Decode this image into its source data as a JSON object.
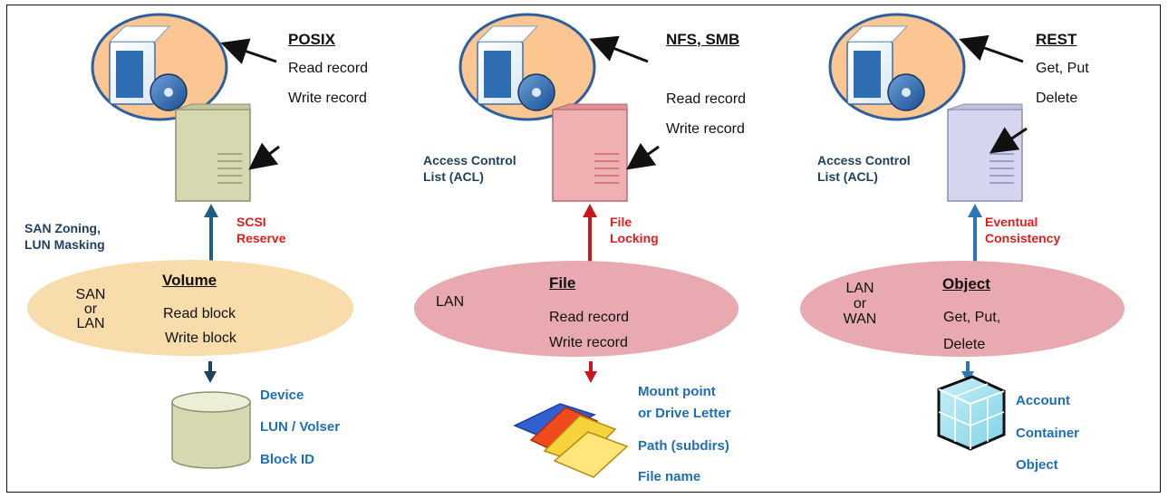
{
  "panels": [
    {
      "protocol": "POSIX",
      "ops": [
        "Read record",
        "Write record"
      ],
      "access_control": "",
      "network": [
        "SAN",
        "or",
        "LAN"
      ],
      "security": [
        "SAN Zoning,",
        "LUN Masking"
      ],
      "coordination": [
        "SCSI",
        "Reserve"
      ],
      "unit": "Volume",
      "unit_ops": [
        "Read block",
        "Write block"
      ],
      "addressing": [
        "Device",
        "LUN / Volser",
        "Block ID"
      ]
    },
    {
      "protocol": "NFS, SMB",
      "ops": [
        "Read record",
        "Write record"
      ],
      "access_control": [
        "Access Control",
        "List (ACL)"
      ],
      "network": [
        "LAN"
      ],
      "coordination": [
        "File",
        "Locking"
      ],
      "unit": "File",
      "unit_ops": [
        "Read record",
        "Write record"
      ],
      "addressing": [
        "Mount point",
        "or Drive Letter",
        "Path (subdirs)",
        "File name"
      ]
    },
    {
      "protocol": "REST",
      "ops": [
        "Get, Put",
        "Delete"
      ],
      "access_control": [
        "Access Control",
        "List (ACL)"
      ],
      "network": [
        "LAN",
        "or",
        "WAN"
      ],
      "coordination": [
        "Eventual",
        "Consistency"
      ],
      "unit": "Object",
      "unit_ops": [
        "Get, Put,",
        "Delete"
      ],
      "addressing": [
        "Account",
        "Container",
        "Object"
      ]
    }
  ],
  "colors": {
    "navy": "#1f3f5e",
    "red": "#e21d1d",
    "blue": "#1f6fb5",
    "app_circle": "#fbc691",
    "volume_ellipse": "#f8dcab",
    "file_ellipse": "#e8aab0",
    "object_ellipse": "#e8aab0",
    "volume_server": "#d6d8b0",
    "file_server": "#efb0b2",
    "object_server": "#d5d5ef",
    "down_arrow_1": "#1f3f5e",
    "down_arrow_2": "#c8171d",
    "down_arrow_3": "#2e75b6",
    "up_arrow_1": "#1f5e80",
    "up_arrow_2": "#c8171d",
    "up_arrow_3": "#2e75b6"
  },
  "icons": {
    "application": "software-box-cd-icon",
    "server": "server-tower-icon",
    "volume_target": "disk-cylinder-icon",
    "file_target": "folders-icon",
    "object_target": "object-cube-icon"
  }
}
